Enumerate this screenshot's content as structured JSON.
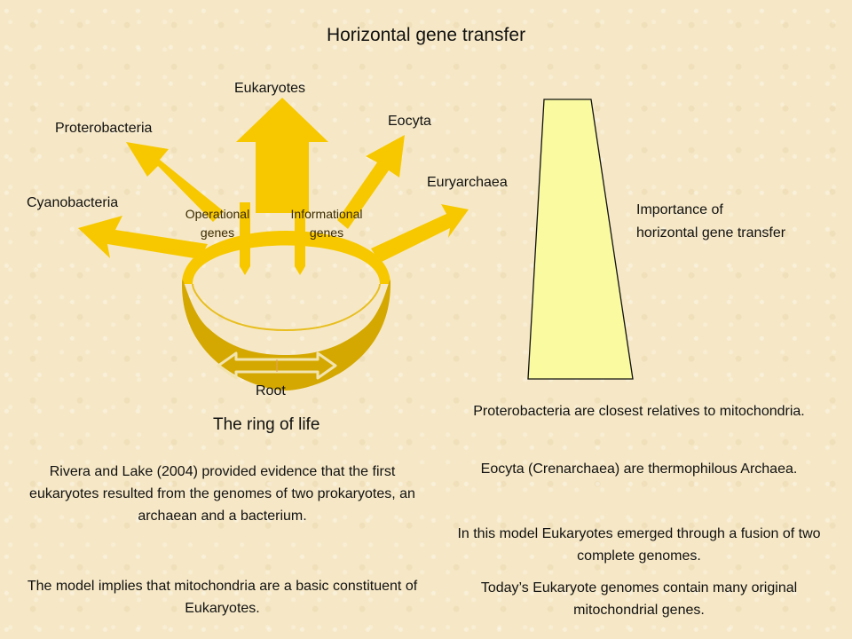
{
  "title": "Horizontal gene transfer",
  "ring": {
    "labels": {
      "eukaryotes": "Eukaryotes",
      "eocyta": "Eocyta",
      "proterobacteria": "Proterobacteria",
      "euryarchaea": "Euryarchaea",
      "cyanobacteria": "Cyanobacteria",
      "operational_genes": "Operational genes",
      "informational_genes": "Informational genes",
      "root": "Root"
    },
    "caption": "The ring of life"
  },
  "importance_label": "Importance of horizontal gene transfer",
  "left_text": {
    "paragraph1": "Rivera and Lake (2004) provided evidence that the first eukaryotes resulted from the genomes of two prokaryotes, an archaean and a bacterium.",
    "paragraph2": "The model implies that mitochondria are a basic constituent of Eukaryotes."
  },
  "right_text": {
    "p1": "Proterobacteria are closest relatives to mitochondria.",
    "p2": "Eocyta (Crenarchaea) are thermophilous Archaea.",
    "p3": "In this model Eukaryotes emerged through a fusion of two complete genomes.",
    "p4": "Today’s Eukaryote genomes contain many original mitochondrial genes."
  },
  "colors": {
    "background": "#f6e8c6",
    "arrow_yellow": "#f7c800",
    "ring_front": "#d4a800",
    "wedge_fill": "#fafaa0"
  }
}
